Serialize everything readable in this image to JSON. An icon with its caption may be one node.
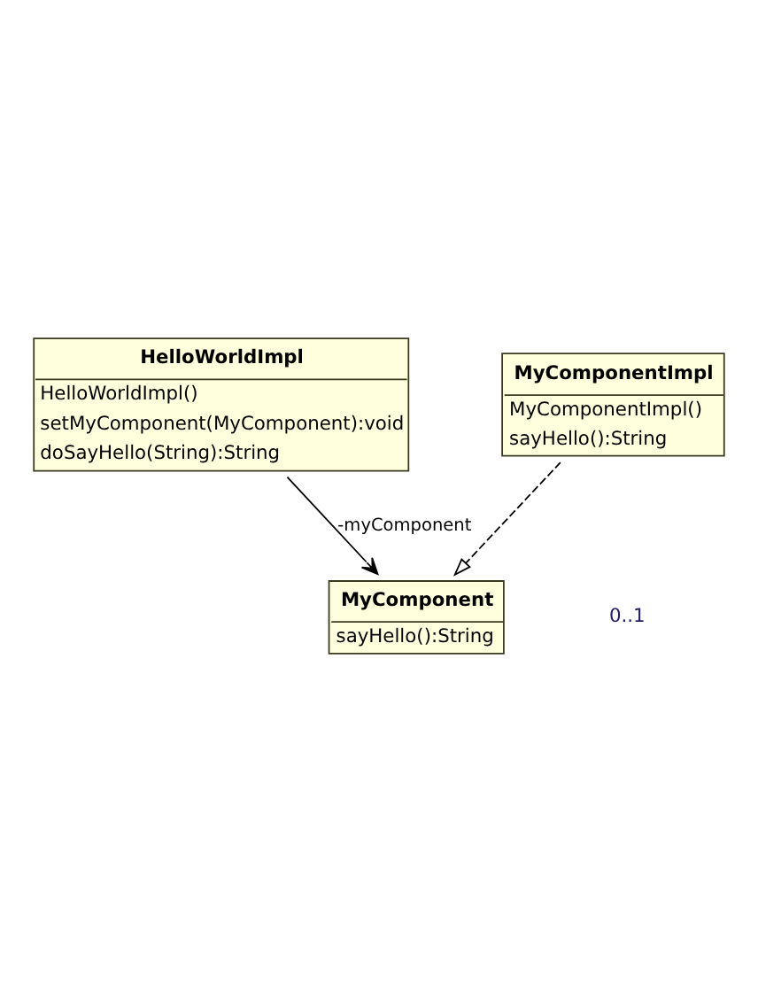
{
  "diagram": {
    "nodes": [
      {
        "text": [
          "HelloWorldImpl",
          "HelloWorldImpl()",
          "setMyComponent(MyComponent):void",
          "doSayHello(String):String"
        ]
      },
      {
        "text": [
          "MyComponent",
          "sayHello():String"
        ]
      },
      {
        "text": [
          "MyComponentImpl",
          "MyComponentImpl()",
          "sayHello():String"
        ]
      }
    ],
    "edges": [
      {
        "from": 0,
        "to": 1,
        "arrow": "to",
        "label": "-myComponent"
      },
      {
        "from": 2,
        "to": 1,
        "arrow": "to",
        "style": "dashed"
      }
    ],
    "labels": [
      "0..1"
    ]
  }
}
